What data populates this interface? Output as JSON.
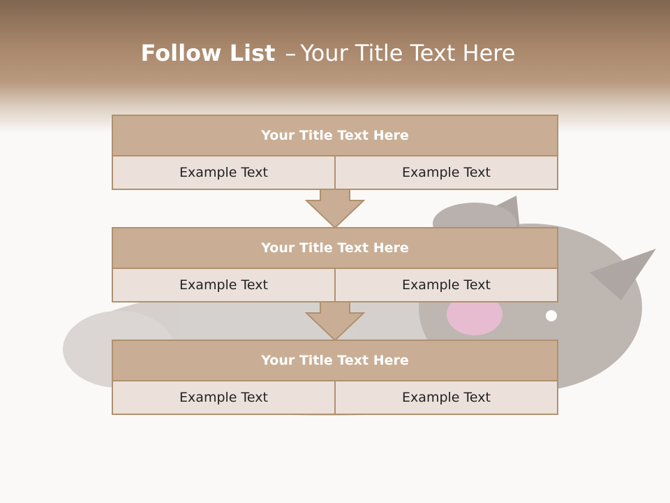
{
  "slide": {
    "title_bold": "Follow List",
    "title_sep": "–",
    "title_rest": "Your Title Text Here"
  },
  "steps": [
    {
      "title": "Your Title Text Here",
      "left": "Example Text",
      "right": "Example Text"
    },
    {
      "title": "Your Title Text Here",
      "left": "Example Text",
      "right": "Example Text"
    },
    {
      "title": "Your Title Text Here",
      "left": "Example Text",
      "right": "Example Text"
    }
  ],
  "colors": {
    "header_dark": "#7f6650",
    "box_border": "#b0906f",
    "box_title_fill": "#c9ae95",
    "box_cell_fill": "#ebe1da"
  },
  "icons": {
    "connector": "down-arrow-icon",
    "background": "cat-photo"
  }
}
